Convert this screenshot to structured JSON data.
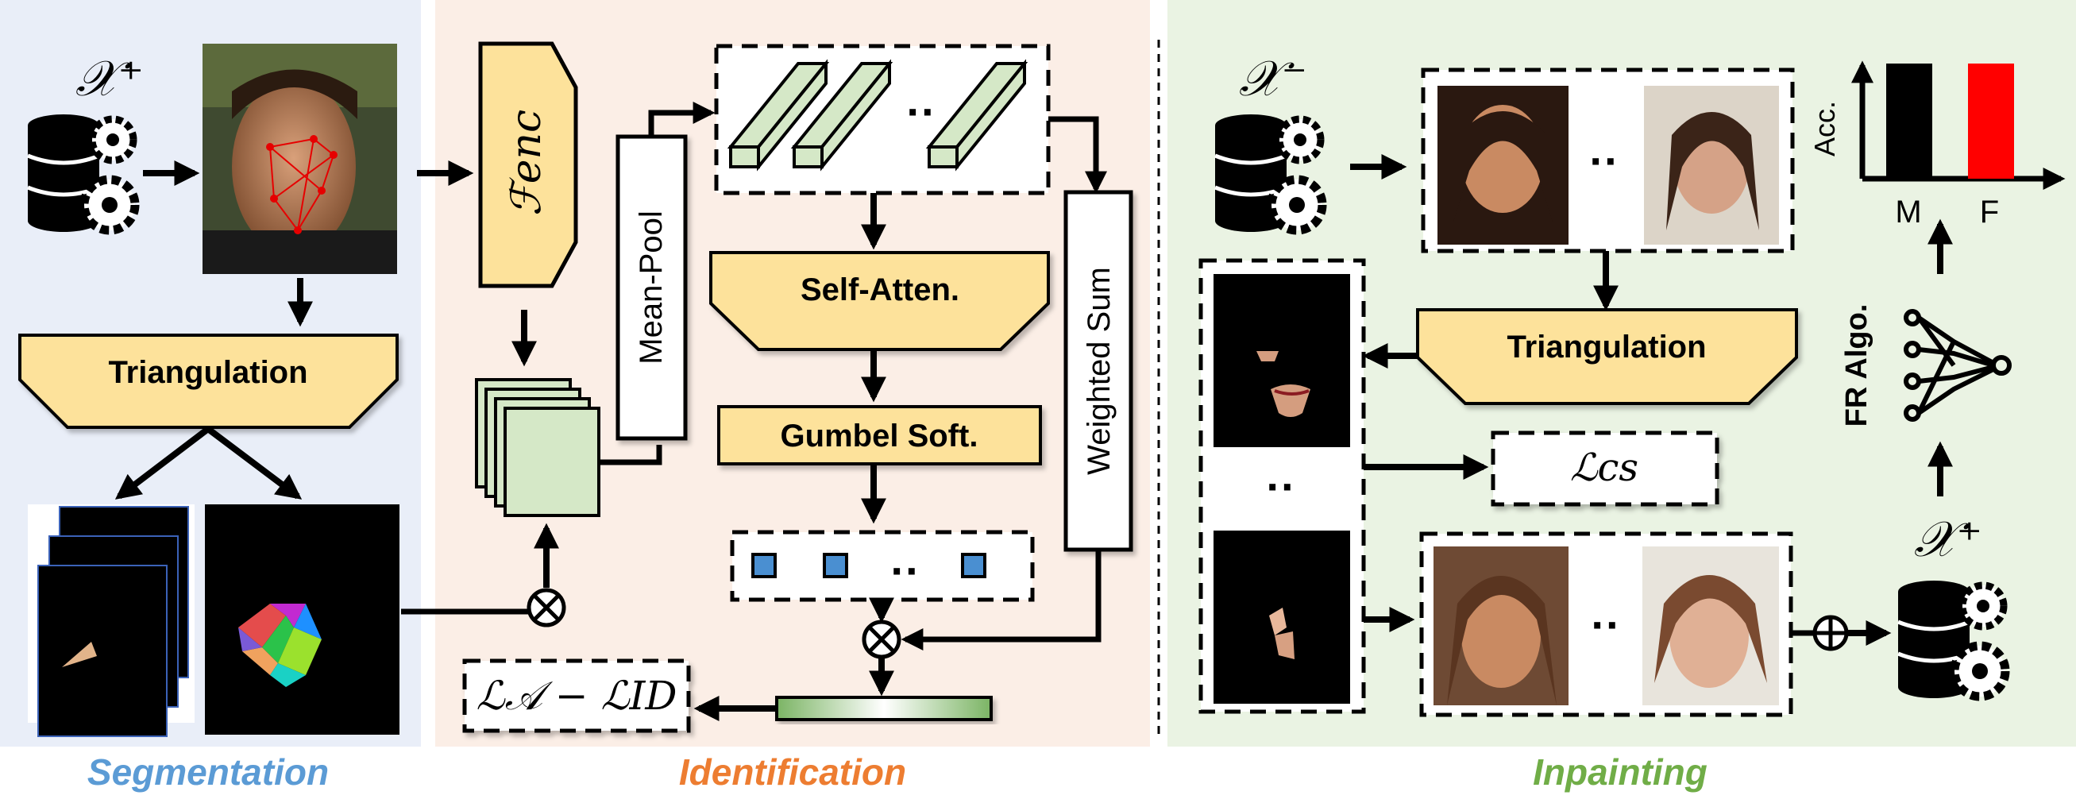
{
  "sections": {
    "segmentation": "Segmentation",
    "identification": "Identification",
    "inpainting": "Inpainting"
  },
  "colors": {
    "segmentation_bg": "#e9eef8",
    "identification_bg": "#fbeee6",
    "inpainting_bg": "#eaf3e3",
    "block_fill": "#fde29b",
    "feature_fill": "#d5e8c7",
    "segmentation_caption": "#5b9bd5",
    "identification_caption": "#ed7d31",
    "inpainting_caption": "#70ad47",
    "female_bar": "#ff0000",
    "male_bar": "#000000"
  },
  "symbols": {
    "x_plus": "𝒳⁺",
    "x_minus": "𝒳⁻",
    "x_plus_out": "𝒳⁺",
    "f_enc": "ℱenc",
    "loss_cs": "ℒcs",
    "loss_total": "ℒ𝒜 − ℒID",
    "dots": "··",
    "otimes": "⊗",
    "oplus": "⊕"
  },
  "blocks": {
    "triangulation_left": "Triangulation",
    "triangulation_right": "Triangulation",
    "self_attention": "Self-Atten.",
    "gumbel_softmax": "Gumbel Soft.",
    "mean_pool": "Mean-Pool",
    "weighted_sum": "Weighted Sum",
    "fr_algo": "FR Algo."
  },
  "accuracy_chart": {
    "ylabel": "Acc.",
    "categories": [
      "M",
      "F"
    ]
  },
  "icons": [
    "database-gear-icon",
    "neural-network-icon",
    "face-photo",
    "mask-image"
  ]
}
